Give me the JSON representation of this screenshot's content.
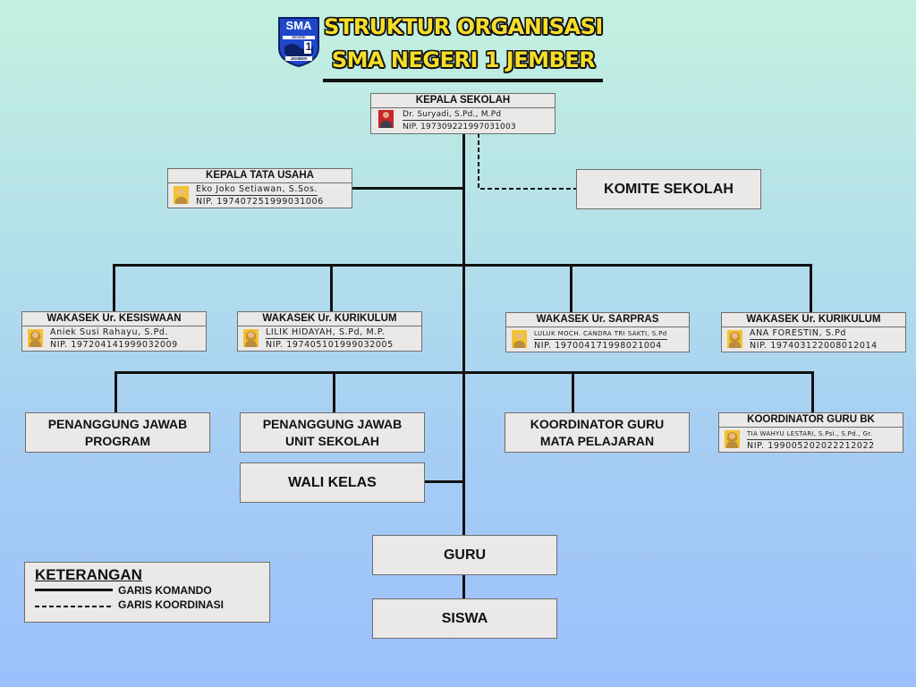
{
  "header": {
    "title_line1": "STRUKTUR ORGANISASI",
    "title_line2": "SMA NEGERI 1 JEMBER",
    "logo_text_top": "SMA",
    "logo_text_mid": "NEGERI",
    "logo_text_bottom": "JEMBER",
    "logo_number": "1"
  },
  "kepala_sekolah": {
    "title": "KEPALA SEKOLAH",
    "name": "Dr. Suryadi, S.Pd., M.Pd",
    "nip": "NIP. 197309221997031003"
  },
  "kepala_tata_usaha": {
    "title": "KEPALA TATA USAHA",
    "name": "Eko Joko Setiawan, S.Sos.",
    "nip": "NIP. 197407251999031006"
  },
  "komite_sekolah": "KOMITE SEKOLAH",
  "wakasek": [
    {
      "title": "WAKASEK Ur. KESISWAAN",
      "name": "Aniek Susi Rahayu, S.Pd.",
      "nip": "NIP. 197204141999032009"
    },
    {
      "title": "WAKASEK Ur. KURIKULUM",
      "name": "LILIK HIDAYAH, S.Pd, M.P.",
      "nip": "NIP. 197405101999032005"
    },
    {
      "title": "WAKASEK Ur. SARPRAS",
      "name": "LULUK MOCH. CANDRA TRI SAKTI, S.Pd",
      "nip": "NIP. 197004171998021004"
    },
    {
      "title": "WAKASEK Ur. KURIKULUM",
      "name": "ANA FORESTIN, S.Pd",
      "nip": "NIP. 197403122008012014"
    }
  ],
  "penanggung_jawab_program": "PENANGGUNG JAWAB\nPROGRAM",
  "penanggung_jawab_unit": "PENANGGUNG JAWAB\nUNIT SEKOLAH",
  "koordinator_mapel": "KOORDINATOR GURU\nMATA PELAJARAN",
  "koordinator_bk": {
    "title": "KOORDINATOR GURU BK",
    "name": "TIA WAHYU LESTARI, S.Psi., S.Pd., Gr.",
    "nip": "NIP. 199005202022212022"
  },
  "wali_kelas": "WALI KELAS",
  "guru": "GURU",
  "siswa": "SISWA",
  "legend": {
    "title": "KETERANGAN",
    "komando": "GARIS KOMANDO",
    "koordinasi": "GARIS KOORDINASI"
  },
  "colors": {
    "title_fill": "#f5dd2a",
    "box_fill": "#ebe8e8",
    "line": "#111111",
    "logo_blue": "#1f48c9"
  }
}
